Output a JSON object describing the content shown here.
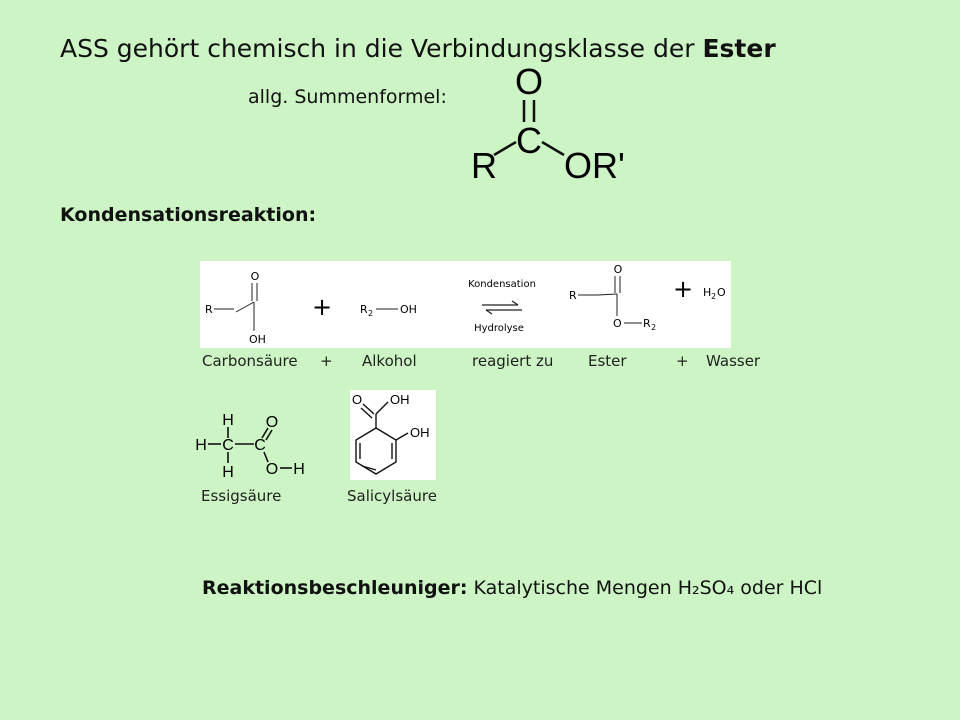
{
  "title": {
    "prefix": "ASS gehört chemisch in die Verbindungsklasse der ",
    "bold": "Ester"
  },
  "general_formula": {
    "label": "allg. Summenformel:",
    "atom_o": "O",
    "atom_c": "C",
    "atom_r": "R",
    "atom_or": "OR'"
  },
  "kondensation": {
    "heading": "Kondensationsreaktion:",
    "scheme": {
      "acid_o": "O",
      "acid_r": "R",
      "acid_oh": "OH",
      "plus1": "+",
      "alcohol_r": "R",
      "alcohol_sub": "2",
      "alcohol_oh": "OH",
      "arrow_top": "Kondensation",
      "arrow_bottom": "Hydrolyse",
      "ester_o": "O",
      "ester_r": "R",
      "ester_o2": "O",
      "ester_r2": "R",
      "ester_sub": "2",
      "plus2": "+",
      "water_h": "H",
      "water_sub": "2",
      "water_o": "O"
    },
    "labels": {
      "acid": "Carbonsäure",
      "plus_a": "+",
      "alcohol": "Alkohol",
      "reacts": "reagiert zu",
      "ester": "Ester",
      "plus_b": "+",
      "water": "Wasser"
    }
  },
  "examples": {
    "essig": {
      "name": "Essigsäure",
      "h_top": "H",
      "h_left": "H",
      "h_bottom": "H",
      "c1": "C",
      "c2": "C",
      "o_top": "O",
      "o_right": "O",
      "h_right": "H"
    },
    "salicyl": {
      "name": "Salicylsäure",
      "o": "O",
      "oh1": "OH",
      "oh2": "OH"
    }
  },
  "catalyst": {
    "bold": "Reaktionsbeschleuniger:",
    "text": " Katalytische Mengen H₂SO₄ oder HCl"
  }
}
